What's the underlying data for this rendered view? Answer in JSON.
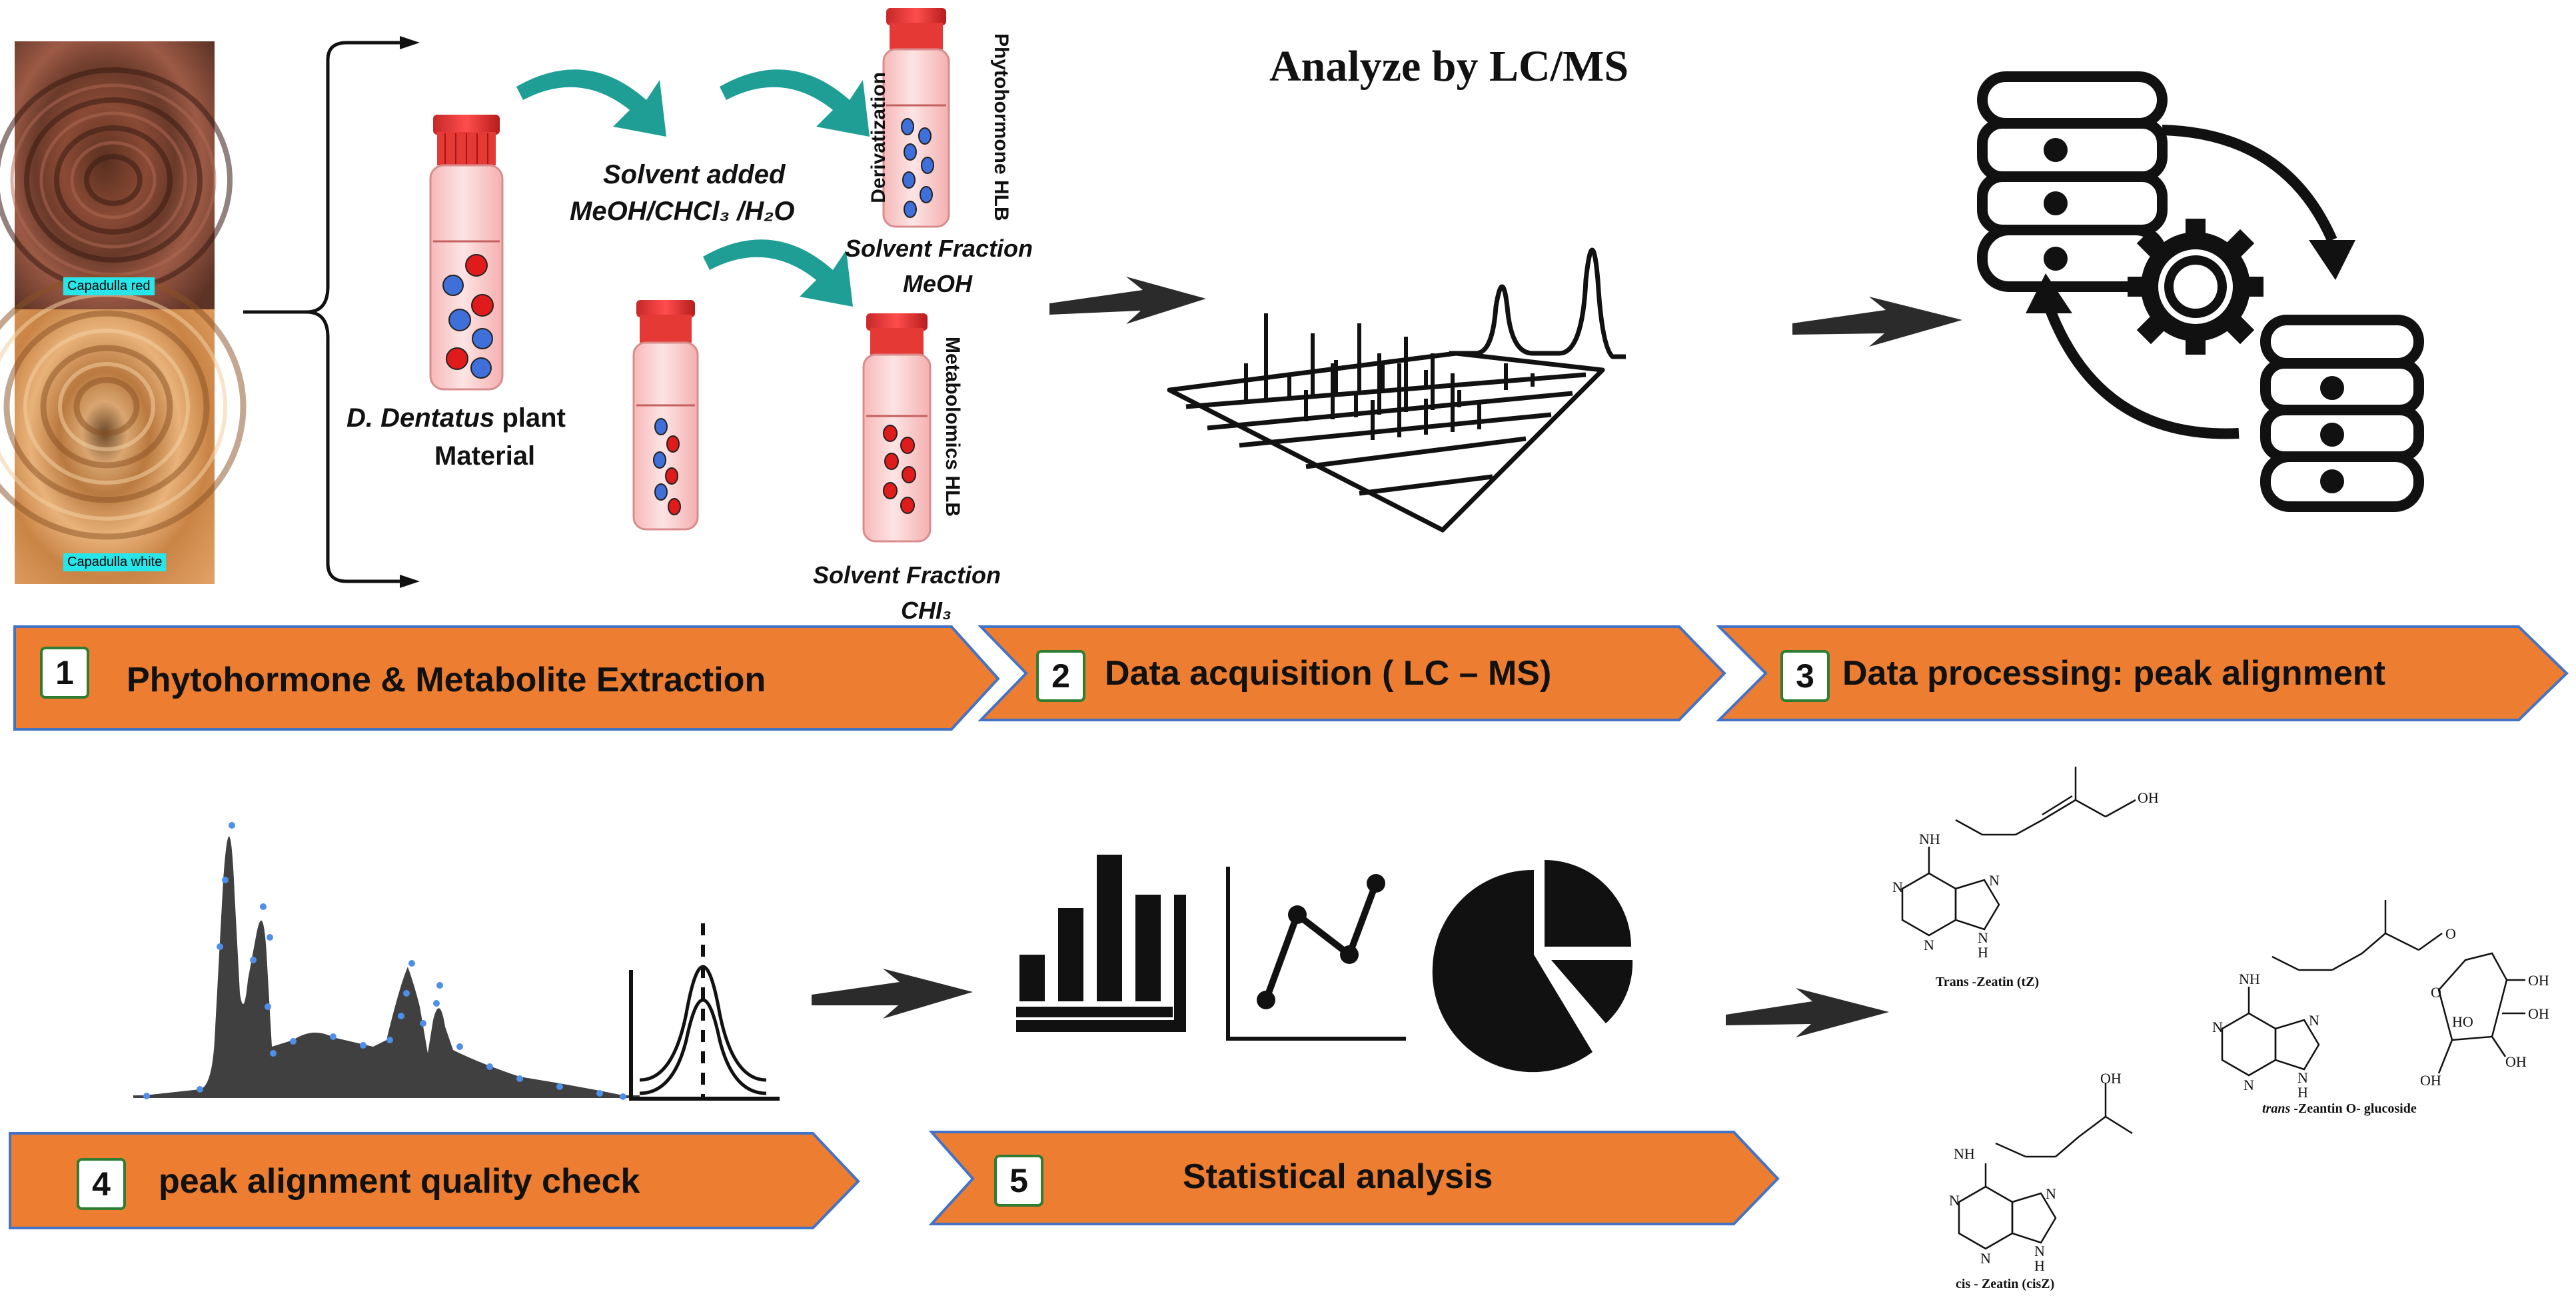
{
  "photos": {
    "top_label": "Capadulla red",
    "bottom_label": "Capadulla white"
  },
  "extraction": {
    "solvent_added_line1": "Solvent added",
    "solvent_added_line2": "MeOH/CHCl₃ /H₂O",
    "plant_name": "D. Dentatus",
    "plant_word": " plant",
    "plant_line2": "Material",
    "phyto_vertical": "Phytohormone HLB",
    "deriv_vertical": "Derivatization",
    "solvent_fraction_meoh_1": "Solvent Fraction",
    "solvent_fraction_meoh_2": "MeOH",
    "metab_vertical": "Metabolomics HLB",
    "solvent_fraction_chi_1": "Solvent Fraction",
    "solvent_fraction_chi_2": "CHI₃"
  },
  "lcms_title": "Analyze by LC/MS",
  "steps": [
    {
      "num": "1",
      "label": "Phytohormone & Metabolite Extraction"
    },
    {
      "num": "2",
      "label": "Data acquisition ( LC – MS)"
    },
    {
      "num": "3",
      "label": "Data processing: peak alignment"
    },
    {
      "num": "4",
      "label": "peak alignment quality check"
    },
    {
      "num": "5",
      "label": "Statistical analysis"
    }
  ],
  "chemistry": {
    "tz_caption": "Trans -Zeatin (tZ)",
    "cisz_caption": "cis - Zeatin (cisZ)",
    "glucoside_caption_italic": "trans",
    "glucoside_caption_rest": " -Zeantin O- glucoside",
    "atoms": {
      "nh": "NH",
      "n": "N",
      "h": "H",
      "oh": "OH",
      "o": "O",
      "ho": "HO"
    }
  },
  "colors": {
    "banner_fill": "#ed7d31",
    "banner_edge": "#4472c4",
    "number_box_border": "#2e7d32",
    "photo_label_bg": "#27e6ea",
    "vial_cap": "#e53935",
    "vial_body": "#fbd3d3",
    "dot_blue": "#3f6fd8",
    "dot_red": "#e01b1b",
    "teal_arrow": "#1f9e95",
    "ink": "#111111"
  },
  "icons": [
    "database-icon",
    "gear-icon",
    "refresh-arrows-icon",
    "bar-chart-icon",
    "line-chart-icon",
    "pie-chart-icon",
    "gaussian-peaks-icon",
    "chromatogram-icon",
    "vial-icon",
    "bracket-arrow-icon",
    "flow-arrow-icon"
  ]
}
